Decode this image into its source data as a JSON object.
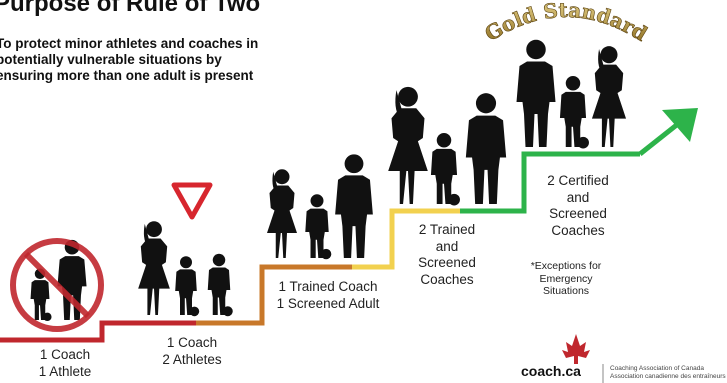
{
  "slide": {
    "title": "Purpose of Rule of Two",
    "purpose_lines": [
      "To protect minor athletes and coaches in",
      "potentially vulnerable situations by",
      "ensuring more than one adult is present"
    ],
    "gold_standard": "Gold Standard"
  },
  "steps": [
    {
      "lines": [
        "1 Coach",
        "1 Athlete"
      ],
      "color": "#c0272d"
    },
    {
      "lines": [
        "1 Coach",
        "2 Athletes"
      ],
      "color": "#c0272d"
    },
    {
      "lines": [
        "1 Trained Coach",
        "1 Screened Adult"
      ],
      "color": "#c8782a"
    },
    {
      "lines": [
        "2 Trained",
        "and",
        "Screened",
        "Coaches"
      ],
      "color": "#f2d14f"
    },
    {
      "lines": [
        "2 Certified",
        "and",
        "Screened",
        "Coaches"
      ],
      "color": "#2db34a"
    }
  ],
  "note_lines": [
    "*Exceptions for",
    "Emergency",
    "Situations"
  ],
  "footer": {
    "logo_text": "coach.ca",
    "org_lines": [
      "Coaching Association of Canada",
      "Association canadienne des entraîneurs"
    ]
  },
  "icons": [
    "prohibition-icon",
    "yield-triangle-icon",
    "arrow-up-right-icon",
    "maple-leaf-icon"
  ],
  "colors": {
    "red": "#c0272d",
    "orange": "#c8782a",
    "yellow": "#f2d14f",
    "green": "#2db34a",
    "yield_red": "#d7262e"
  }
}
